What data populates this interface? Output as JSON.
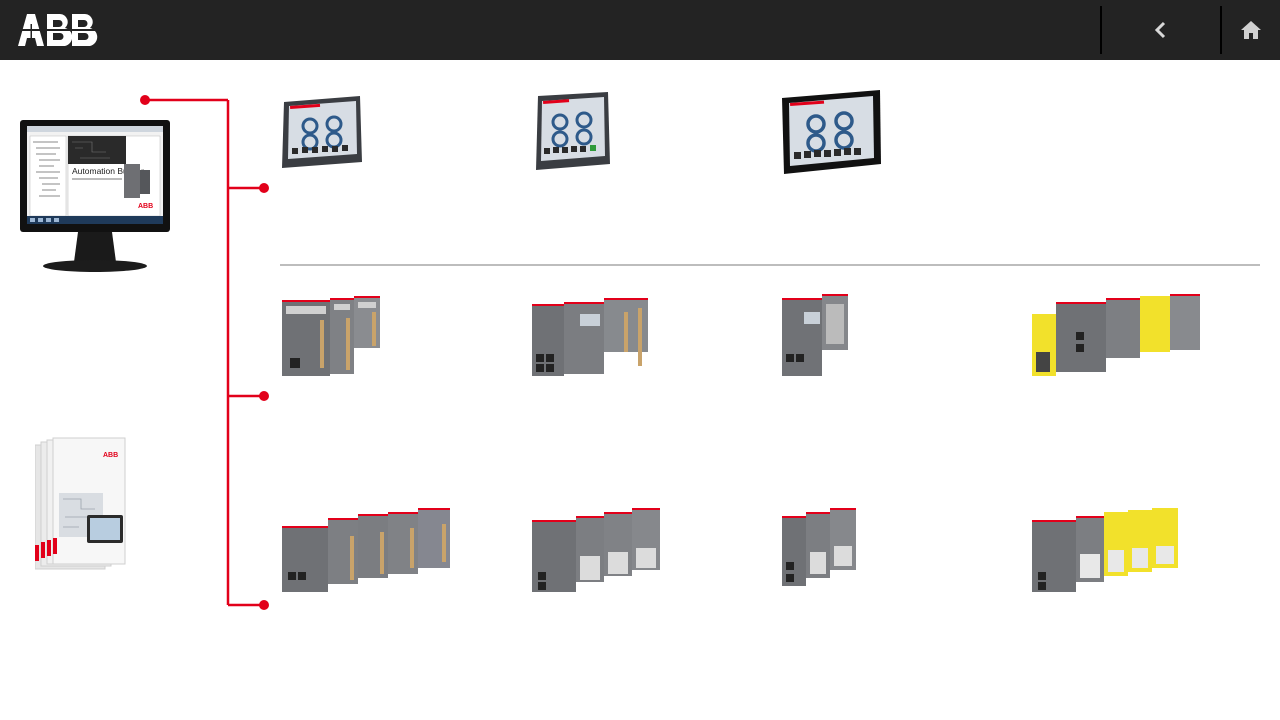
{
  "header": {
    "logo_text": "ABB",
    "back_icon": "chevron-left-icon",
    "home_icon": "home-icon"
  },
  "colors": {
    "header_bg": "#232323",
    "accent_red": "#e2001a",
    "divider": "#bdbdbd",
    "device_gray": "#7a7c80",
    "safety_yellow": "#f2e12b"
  },
  "software": {
    "monitor_screen_title": "Automation Builder"
  },
  "panels": [
    "panel-small",
    "panel-medium",
    "panel-wide"
  ],
  "plc_row1": [
    "plc-compact",
    "plc-ethernet",
    "plc-single",
    "plc-safety"
  ],
  "plc_row2": [
    "io-long",
    "io-medium",
    "io-short",
    "io-safety"
  ]
}
